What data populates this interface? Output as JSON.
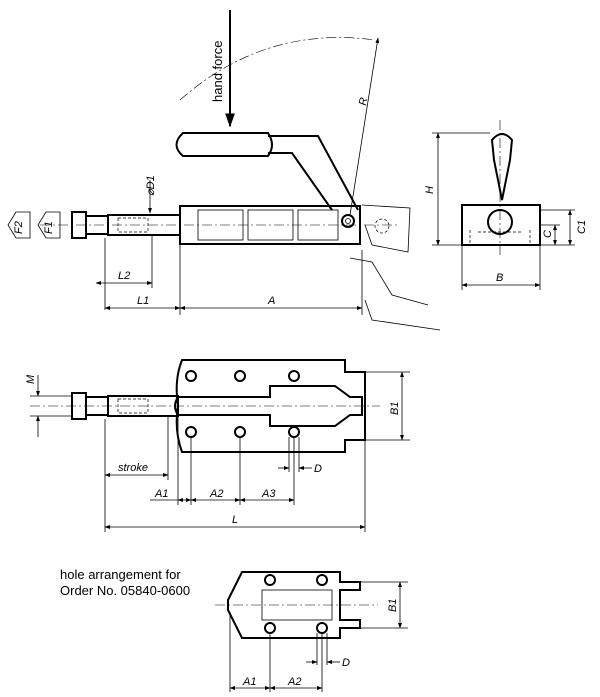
{
  "annotations": {
    "hand_force": "hand force",
    "note_line1": "hole arrangement for",
    "note_line2": "Order No. 05840-0600"
  },
  "dimensions": {
    "R": "R",
    "D1": "⌀D1",
    "F1": "F1",
    "F2": "F2",
    "L1": "L1",
    "L2": "L2",
    "A": "A",
    "H": "H",
    "C": "C",
    "C1": "C1",
    "B": "B",
    "M": "M",
    "B1": "B1",
    "stroke": "stroke",
    "D": "D",
    "A1": "A1",
    "A2": "A2",
    "A3": "A3",
    "L": "L"
  },
  "colors": {
    "line": "#000000",
    "background": "#ffffff"
  }
}
